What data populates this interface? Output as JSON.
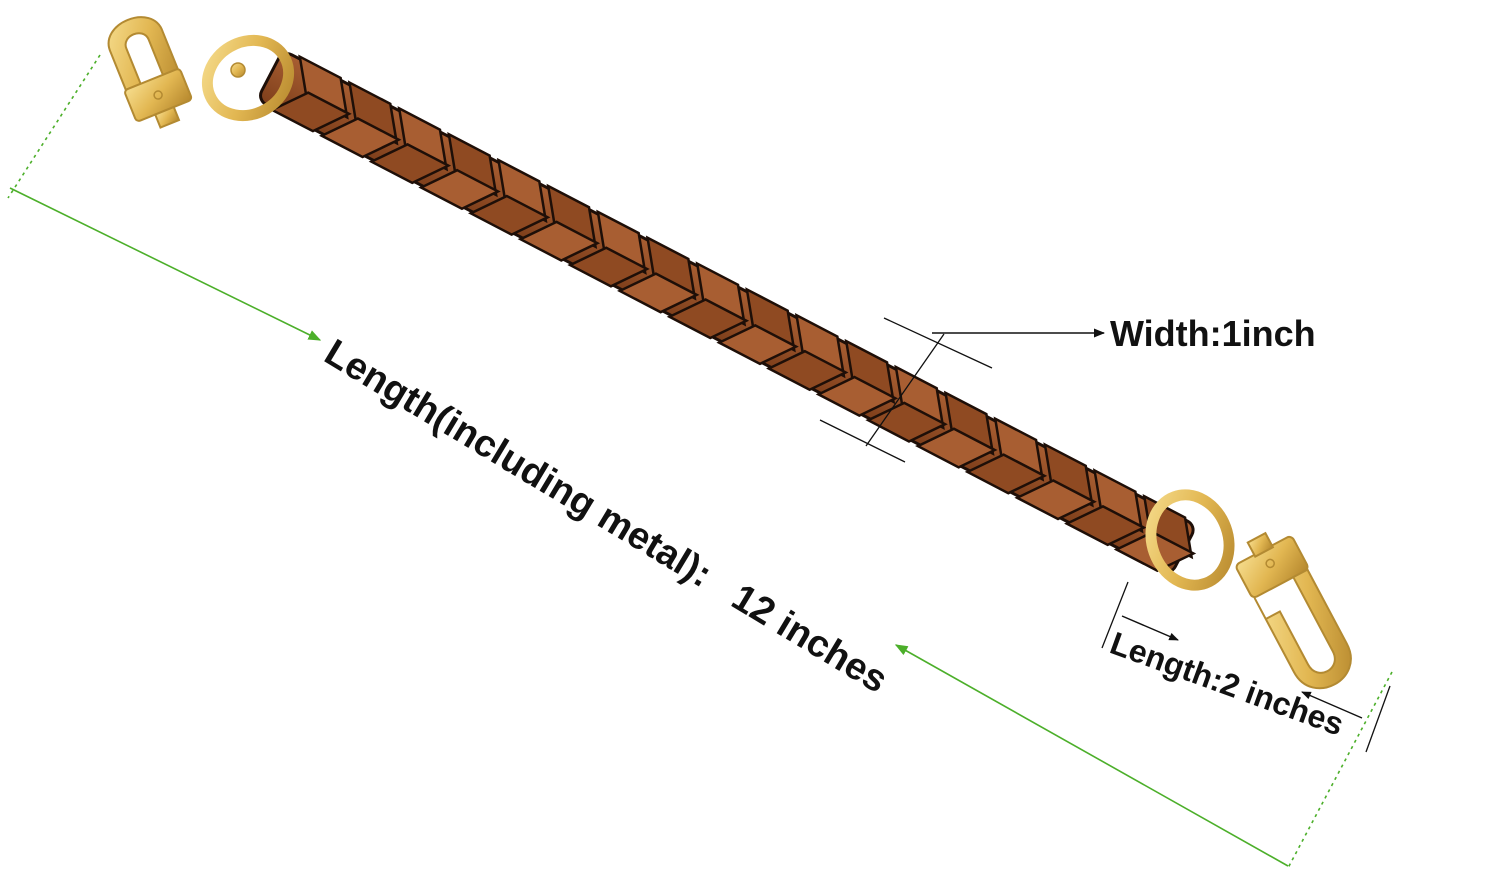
{
  "annotations": {
    "total_length": "Length(including metal):   12 inches",
    "width": "Width:1inch",
    "hardware_length": "Length:2 inches"
  },
  "colors": {
    "background": "#ffffff",
    "leather": "#8f4a22",
    "leather_highlight": "#a85e32",
    "leather_edge": "#1e0f08",
    "gold": "#e6be5f",
    "gold_dark": "#b38a32",
    "guide_green": "#4caf2a",
    "pointer_black": "#111111"
  },
  "icons": [
    "lobster-clasp-icon",
    "o-ring-icon",
    "braided-leather-icon",
    "arrow-icon"
  ]
}
